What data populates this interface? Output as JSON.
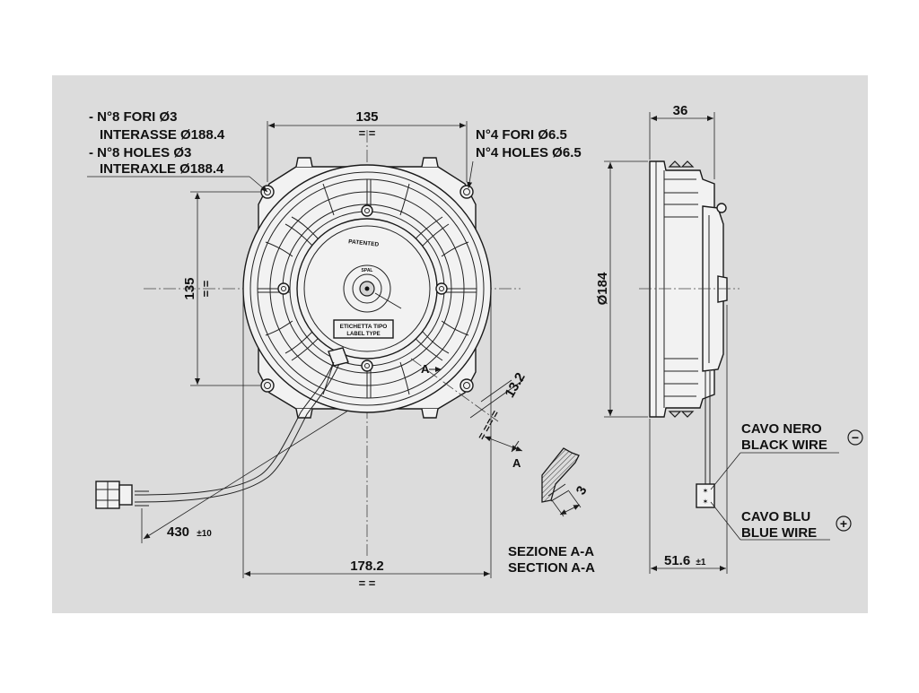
{
  "colors": {
    "sheet_background": "#dcdcdc",
    "page_background": "#ffffff",
    "line": "#1a1a1a"
  },
  "front_view": {
    "dim_top": "135",
    "dim_left": "135",
    "dim_bottom": "178.2",
    "symmetry_mark": "= =",
    "symmetry_mark_vertical": "= =",
    "dim_cable": "430",
    "dim_cable_tol": "±10",
    "dim_section_offset": "13.2",
    "section_marker": "A",
    "label_patented": "PATENTED",
    "label_tag_line1": "ETICHETTA TIPO",
    "label_tag_line2": "LABEL TYPE",
    "hub_text": "SPAL"
  },
  "holes_note_left": {
    "line1": "- N°8 FORI Ø3",
    "line2": "INTERASSE Ø188.4",
    "line3": "- N°8 HOLES Ø3",
    "line4": "INTERAXLE Ø188.4"
  },
  "holes_note_right": {
    "line1": "N°4 FORI Ø6.5",
    "line2": "N°4 HOLES Ø6.5"
  },
  "section_view": {
    "dim_thickness": "3",
    "title_it": "SEZIONE A-A",
    "title_en": "SECTION A-A"
  },
  "side_view": {
    "dim_depth": "36",
    "dim_diameter": "Ø184",
    "dim_overall": "51.6",
    "dim_overall_tol": "±1",
    "black_wire_it": "CAVO NERO",
    "black_wire_en": "BLACK WIRE",
    "black_wire_symbol": "−",
    "blue_wire_it": "CAVO BLU",
    "blue_wire_en": "BLUE WIRE",
    "blue_wire_symbol": "+"
  }
}
